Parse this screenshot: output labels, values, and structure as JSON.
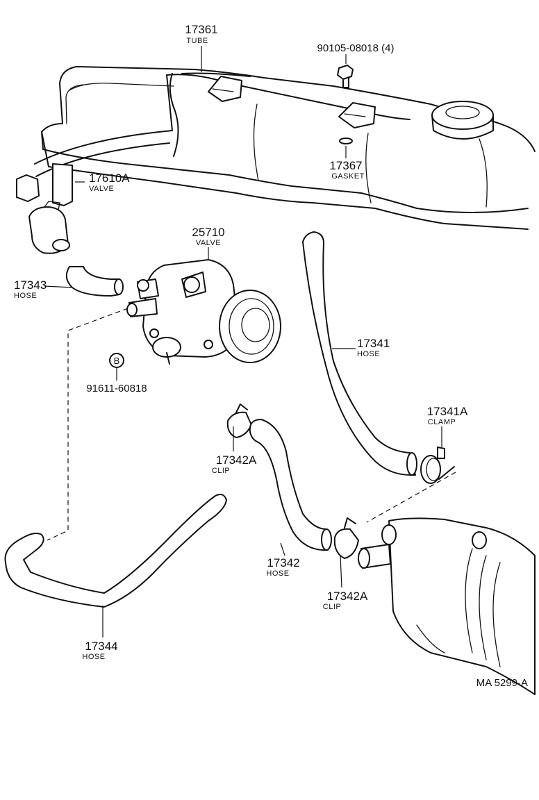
{
  "diagram": {
    "reference_code": "MA 5299·A",
    "parts": [
      {
        "id": "p17361",
        "number": "17361",
        "name": "TUBE"
      },
      {
        "id": "p90105",
        "number": "90105-08018 (4)",
        "name": ""
      },
      {
        "id": "p17367",
        "number": "17367",
        "name": "GASKET"
      },
      {
        "id": "p17610a",
        "number": "17610A",
        "name": "VALVE"
      },
      {
        "id": "p25710",
        "number": "25710",
        "name": "VALVE"
      },
      {
        "id": "p17343",
        "number": "17343",
        "name": "HOSE"
      },
      {
        "id": "p91611",
        "number": "91611-60818",
        "name": "",
        "marker": "B"
      },
      {
        "id": "p17341",
        "number": "17341",
        "name": "HOSE"
      },
      {
        "id": "p17341a",
        "number": "17341A",
        "name": "CLAMP"
      },
      {
        "id": "p17342a1",
        "number": "17342A",
        "name": "CLIP"
      },
      {
        "id": "p17342",
        "number": "17342",
        "name": "HOSE"
      },
      {
        "id": "p17342a2",
        "number": "17342A",
        "name": "CLIP"
      },
      {
        "id": "p17344",
        "number": "17344",
        "name": "HOSE"
      }
    ]
  }
}
